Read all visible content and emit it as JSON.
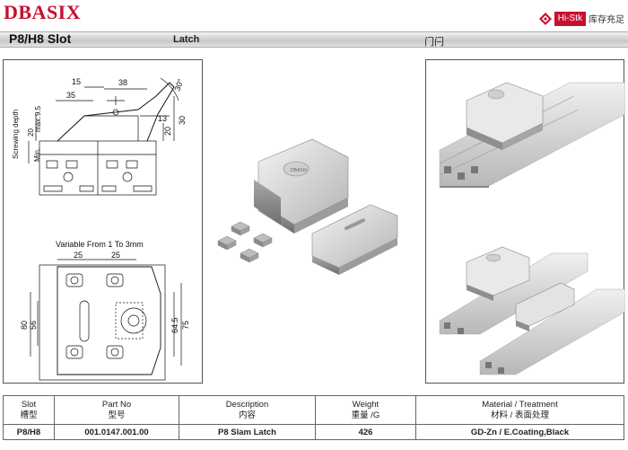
{
  "header": {
    "brand": "DBASIX",
    "stock_tag": "Hi-Stk",
    "stock_cn": "库存充足",
    "product_code": "P8/H8",
    "product_slot": "Slot",
    "product_name": "Latch",
    "product_name_cn": "门闩"
  },
  "drawing": {
    "dim_15": "15",
    "dim_38": "38",
    "dim_35": "35",
    "dim_9_5": "9.5",
    "dim_20": "20",
    "dim_13": "13",
    "dim_30": "30",
    "dim_20b": "20",
    "angle_30": "30°",
    "label_screwing": "Screwing depth",
    "label_max": "max.",
    "label_min": "Min.",
    "variable_note": "Variable From 1 To 3mm",
    "dim_25a": "25",
    "dim_25b": "25",
    "dim_80": "80",
    "dim_56": "56",
    "dim_64_5": "64.5",
    "dim_75": "75",
    "logo_text": "DBASIX"
  },
  "table": {
    "headers": [
      {
        "en": "Slot",
        "cn": "槽型"
      },
      {
        "en": "Part No",
        "cn": "型号"
      },
      {
        "en": "Description",
        "cn": "内容"
      },
      {
        "en": "Weight",
        "cn": "重量 /G"
      },
      {
        "en": "Material / Treatment",
        "cn": "材料 / 表面处理"
      }
    ],
    "row": {
      "slot": "P8/H8",
      "part_no": "001.0147.001.00",
      "description": "P8 Slam Latch",
      "weight": "426",
      "material": "GD-Zn / E.Coating,Black"
    }
  },
  "colors": {
    "brand": "#c8102e",
    "metal_light": "#e6e6e6",
    "metal_dark": "#9a9a9a"
  }
}
